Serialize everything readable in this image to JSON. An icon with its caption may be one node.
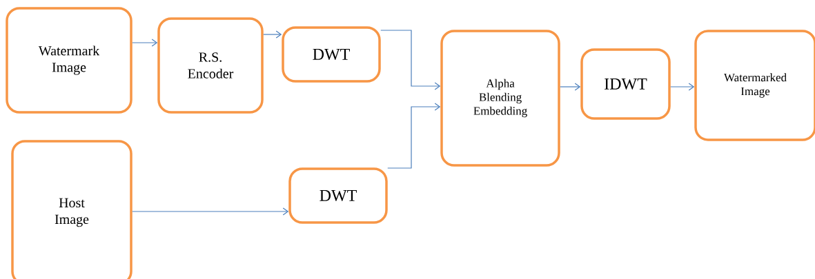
{
  "diagram": {
    "nodes": [
      {
        "text": [
          "Watermark Image"
        ]
      },
      {
        "text": [
          "R.S. Encoder"
        ]
      },
      {
        "text": [
          "DWT"
        ]
      },
      {
        "text": [
          "Host Image"
        ]
      },
      {
        "text": [
          "DWT"
        ]
      },
      {
        "text": [
          "Alpha Blending Embedding"
        ]
      },
      {
        "text": [
          "IDWT"
        ]
      },
      {
        "text": [
          "Watermarked Image"
        ]
      }
    ],
    "edges": [
      {
        "from": 0,
        "to": 1,
        "arrow": "to"
      },
      {
        "from": 1,
        "to": 2,
        "arrow": "to"
      },
      {
        "from": 2,
        "to": 5,
        "arrow": "to"
      },
      {
        "from": 3,
        "to": 4,
        "arrow": "to"
      },
      {
        "from": 4,
        "to": 5,
        "arrow": "to"
      },
      {
        "from": 5,
        "to": 6,
        "arrow": "to"
      },
      {
        "from": 6,
        "to": 7,
        "arrow": "to"
      }
    ]
  }
}
